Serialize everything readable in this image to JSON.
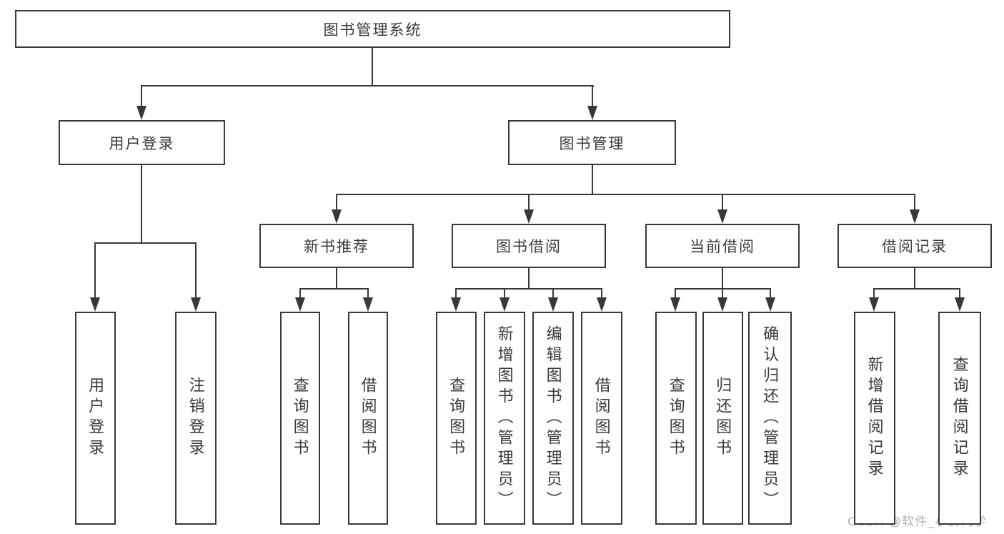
{
  "diagram": {
    "title": "图书管理系统",
    "type": "hierarchy-tree",
    "colors": {
      "background": "#ffffff",
      "line": "#383838",
      "border": "#383838",
      "text": "#3a3a3a",
      "watermark": "#b0b0b0"
    },
    "nodes": [
      {
        "id": "root",
        "label": "图书管理系统",
        "level": 0,
        "parent": null
      },
      {
        "id": "user-login",
        "label": "用户登录",
        "level": 1,
        "parent": "root"
      },
      {
        "id": "book-mgmt",
        "label": "图书管理",
        "level": 1,
        "parent": "root"
      },
      {
        "id": "new-book-rec",
        "label": "新书推荐",
        "level": 2,
        "parent": "book-mgmt"
      },
      {
        "id": "book-borrow",
        "label": "图书借阅",
        "level": 2,
        "parent": "book-mgmt"
      },
      {
        "id": "current-borrow",
        "label": "当前借阅",
        "level": 2,
        "parent": "book-mgmt"
      },
      {
        "id": "borrow-records",
        "label": "借阅记录",
        "level": 2,
        "parent": "book-mgmt"
      },
      {
        "id": "user-login-leaf",
        "label": "用户登录",
        "level": 3,
        "parent": "user-login"
      },
      {
        "id": "logout-leaf",
        "label": "注销登录",
        "level": 3,
        "parent": "user-login"
      },
      {
        "id": "query-books-rec",
        "label": "查询图书",
        "level": 3,
        "parent": "new-book-rec"
      },
      {
        "id": "borrow-books-rec",
        "label": "借阅图书",
        "level": 3,
        "parent": "new-book-rec"
      },
      {
        "id": "query-books-borrow",
        "label": "查询图书",
        "level": 3,
        "parent": "book-borrow"
      },
      {
        "id": "add-books",
        "label": "新增图书（管理员）",
        "level": 3,
        "parent": "book-borrow"
      },
      {
        "id": "edit-books",
        "label": "编辑图书（管理员）",
        "level": 3,
        "parent": "book-borrow"
      },
      {
        "id": "borrow-books-leaf",
        "label": "借阅图书",
        "level": 3,
        "parent": "book-borrow"
      },
      {
        "id": "query-books-current",
        "label": "查询图书",
        "level": 3,
        "parent": "current-borrow"
      },
      {
        "id": "return-books",
        "label": "归还图书",
        "level": 3,
        "parent": "current-borrow"
      },
      {
        "id": "confirm-return",
        "label": "确认归还（管理员）",
        "level": 3,
        "parent": "current-borrow"
      },
      {
        "id": "add-borrow-record",
        "label": "新增借阅记录",
        "level": 3,
        "parent": "borrow-records"
      },
      {
        "id": "query-borrow-record",
        "label": "查询借阅记录",
        "level": 3,
        "parent": "borrow-records"
      }
    ],
    "watermark": "CSDN @软件_小贺同学"
  }
}
